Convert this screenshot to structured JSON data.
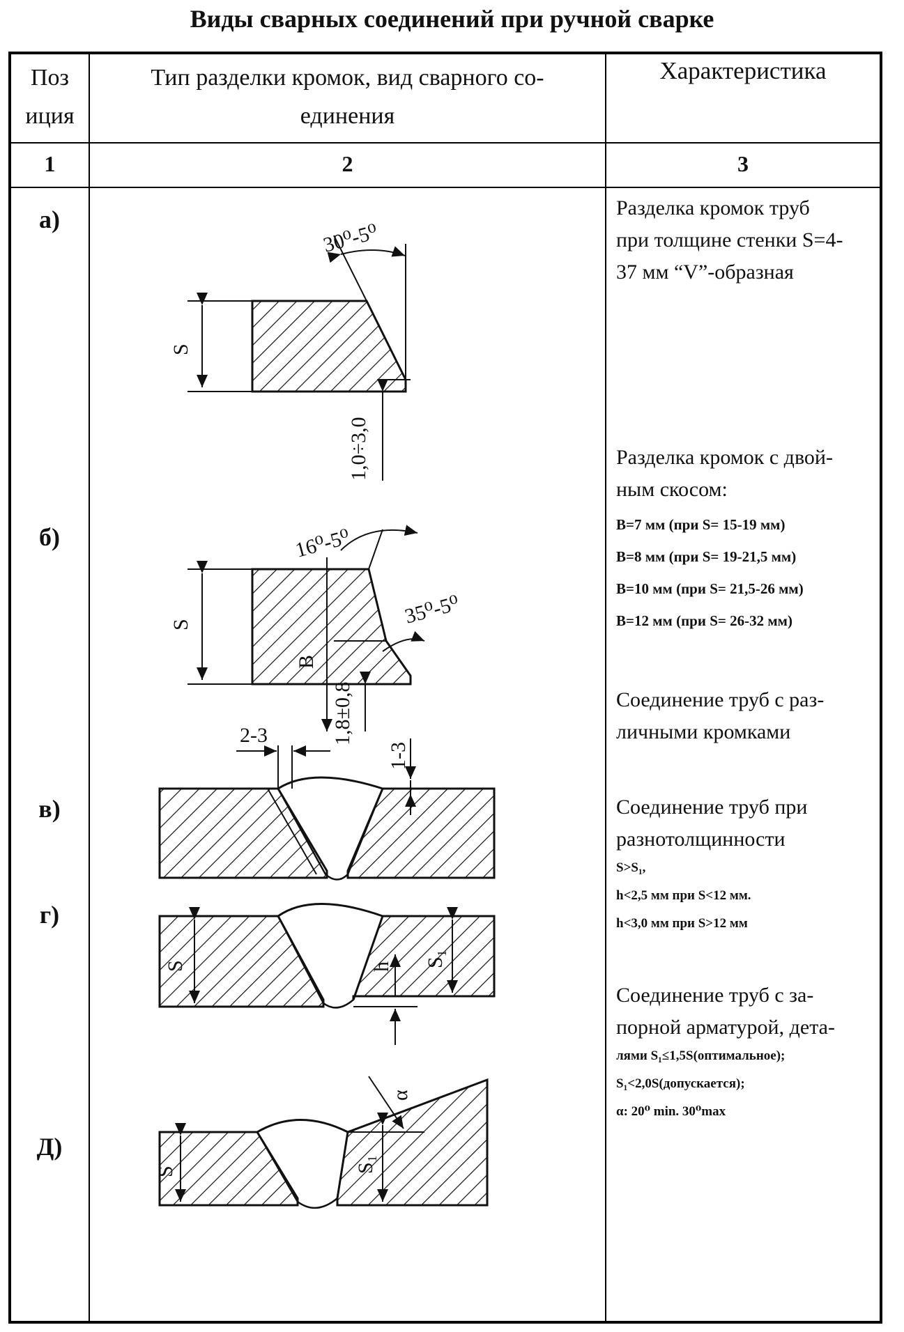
{
  "title": "Виды сварных соединений при ручной сварке",
  "header": {
    "col1": "Поз иция",
    "col1_line1": "Поз",
    "col1_line2": "иция",
    "col2_line1": "Тип разделки кромок, вид сварного со-",
    "col2_line2": "единения",
    "col3": "Характеристика"
  },
  "numbers": [
    "1",
    "2",
    "3"
  ],
  "rows": [
    {
      "pos": "а)",
      "desc": [
        "Разделка кромок труб",
        "при толщине стенки S=4-",
        "37 мм “V”-образная"
      ]
    },
    {
      "pos": "б)",
      "desc": [
        "Разделка кромок с двой-",
        "ным скосом:"
      ],
      "details": [
        "В=7 мм (при S= 15-19 мм)",
        "В=8 мм (при S= 19-21,5 мм)",
        "В=10 мм (при S= 21,5-26 мм)",
        "В=12 мм (при S= 26-32 мм)"
      ]
    },
    {
      "pos": "в)",
      "desc": [
        "Соединение труб с раз-",
        "личными кромками"
      ]
    },
    {
      "pos": "г)",
      "desc": [
        "Соединение труб при",
        "разнотолщинности"
      ],
      "details": [
        "S>S₁,",
        "h<2,5 мм при S<12 мм.",
        "h<3,0 мм при S>12 мм"
      ]
    },
    {
      "pos": "Д)",
      "desc": [
        "Соединение труб с за-",
        "порной арматурой, дета-"
      ],
      "details": [
        "лями S₁≤1,5S(оптимальное);",
        "S₁<2,0S(допускается);",
        "α: 20⁰ min. 30⁰max"
      ]
    }
  ],
  "drawing_labels": {
    "a_angle": "30⁰-5⁰",
    "a_s": "S",
    "a_gap": "1,0÷3,0",
    "b_angle1": "16⁰-5⁰",
    "b_angle2": "35⁰-5⁰",
    "b_s": "S",
    "b_b": "В",
    "b_gap": "1,8±0,8",
    "v_gap": "2-3",
    "v_reinf": "1-3",
    "g_s": "S",
    "g_h": "h",
    "g_s1": "S₁",
    "d_s": "S",
    "d_s1": "S₁",
    "d_alpha": "α"
  }
}
